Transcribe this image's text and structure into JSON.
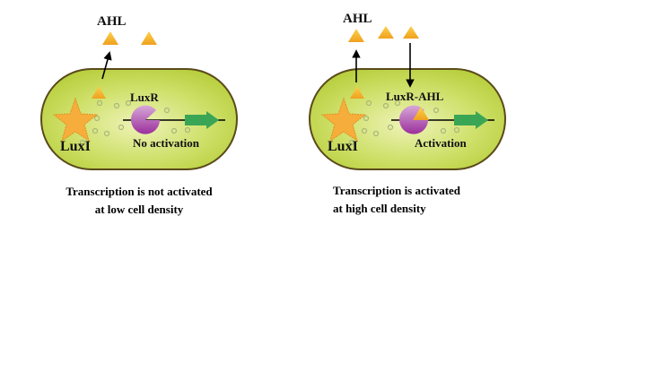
{
  "colors": {
    "cell_fill": "#c9dc5a",
    "cell_border": "#5a4a1a",
    "ahl": "#f5b731",
    "luxi": "#f7ad3b",
    "luxr": "#b265b5",
    "arrow_green": "#3aa655"
  },
  "left_panel": {
    "ahl_label": "AHL",
    "luxi_label": "LuxI",
    "luxr_label": "LuxR",
    "status_label": "No activation",
    "caption_line1": "Transcription is not activated",
    "caption_line2": "at low cell density"
  },
  "right_panel": {
    "ahl_label": "AHL",
    "luxi_label": "LuxI",
    "luxr_label": "LuxR-AHL",
    "status_label": "Activation",
    "caption_line1": "Transcription is activated",
    "caption_line2": "at high cell density"
  }
}
